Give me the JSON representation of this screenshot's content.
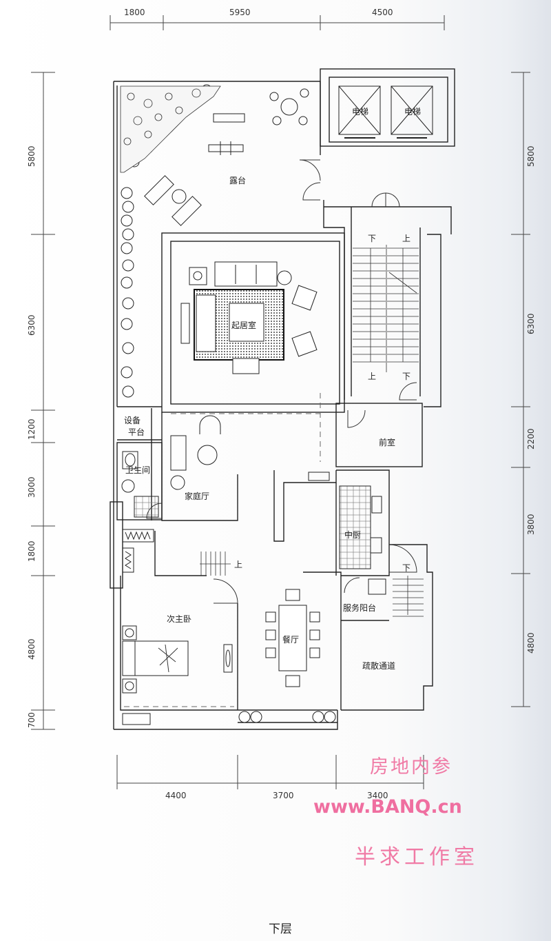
{
  "dimensions": {
    "top": [
      "1800",
      "5950",
      "4500"
    ],
    "bottom": [
      "4400",
      "3700",
      "3400"
    ],
    "left": [
      "5800",
      "6300",
      "1200",
      "3000",
      "1800",
      "4800",
      "700"
    ],
    "right": [
      "5800",
      "6300",
      "2200",
      "3800",
      "4800"
    ]
  },
  "rooms": {
    "terrace": "露台",
    "living": "起居室",
    "elevator_1": "电梯",
    "elevator_2": "电梯",
    "equipment": "设备平台",
    "bathroom": "卫生间",
    "family_hall": "家庭厅",
    "vestibule": "前室",
    "kitchen": "中厨",
    "service_balcony": "服务阳台",
    "second_master": "次主卧",
    "dining": "餐厅",
    "evac": "疏散通道"
  },
  "stair_marks": {
    "down_a": "下",
    "up_a": "上",
    "up_b": "上",
    "down_b": "下",
    "inner_up": "上",
    "evac_down": "下"
  },
  "watermark": {
    "line1": "房地内参",
    "line2": "www.BANQ.cn",
    "line3": "半求工作室"
  },
  "caption": "下层"
}
